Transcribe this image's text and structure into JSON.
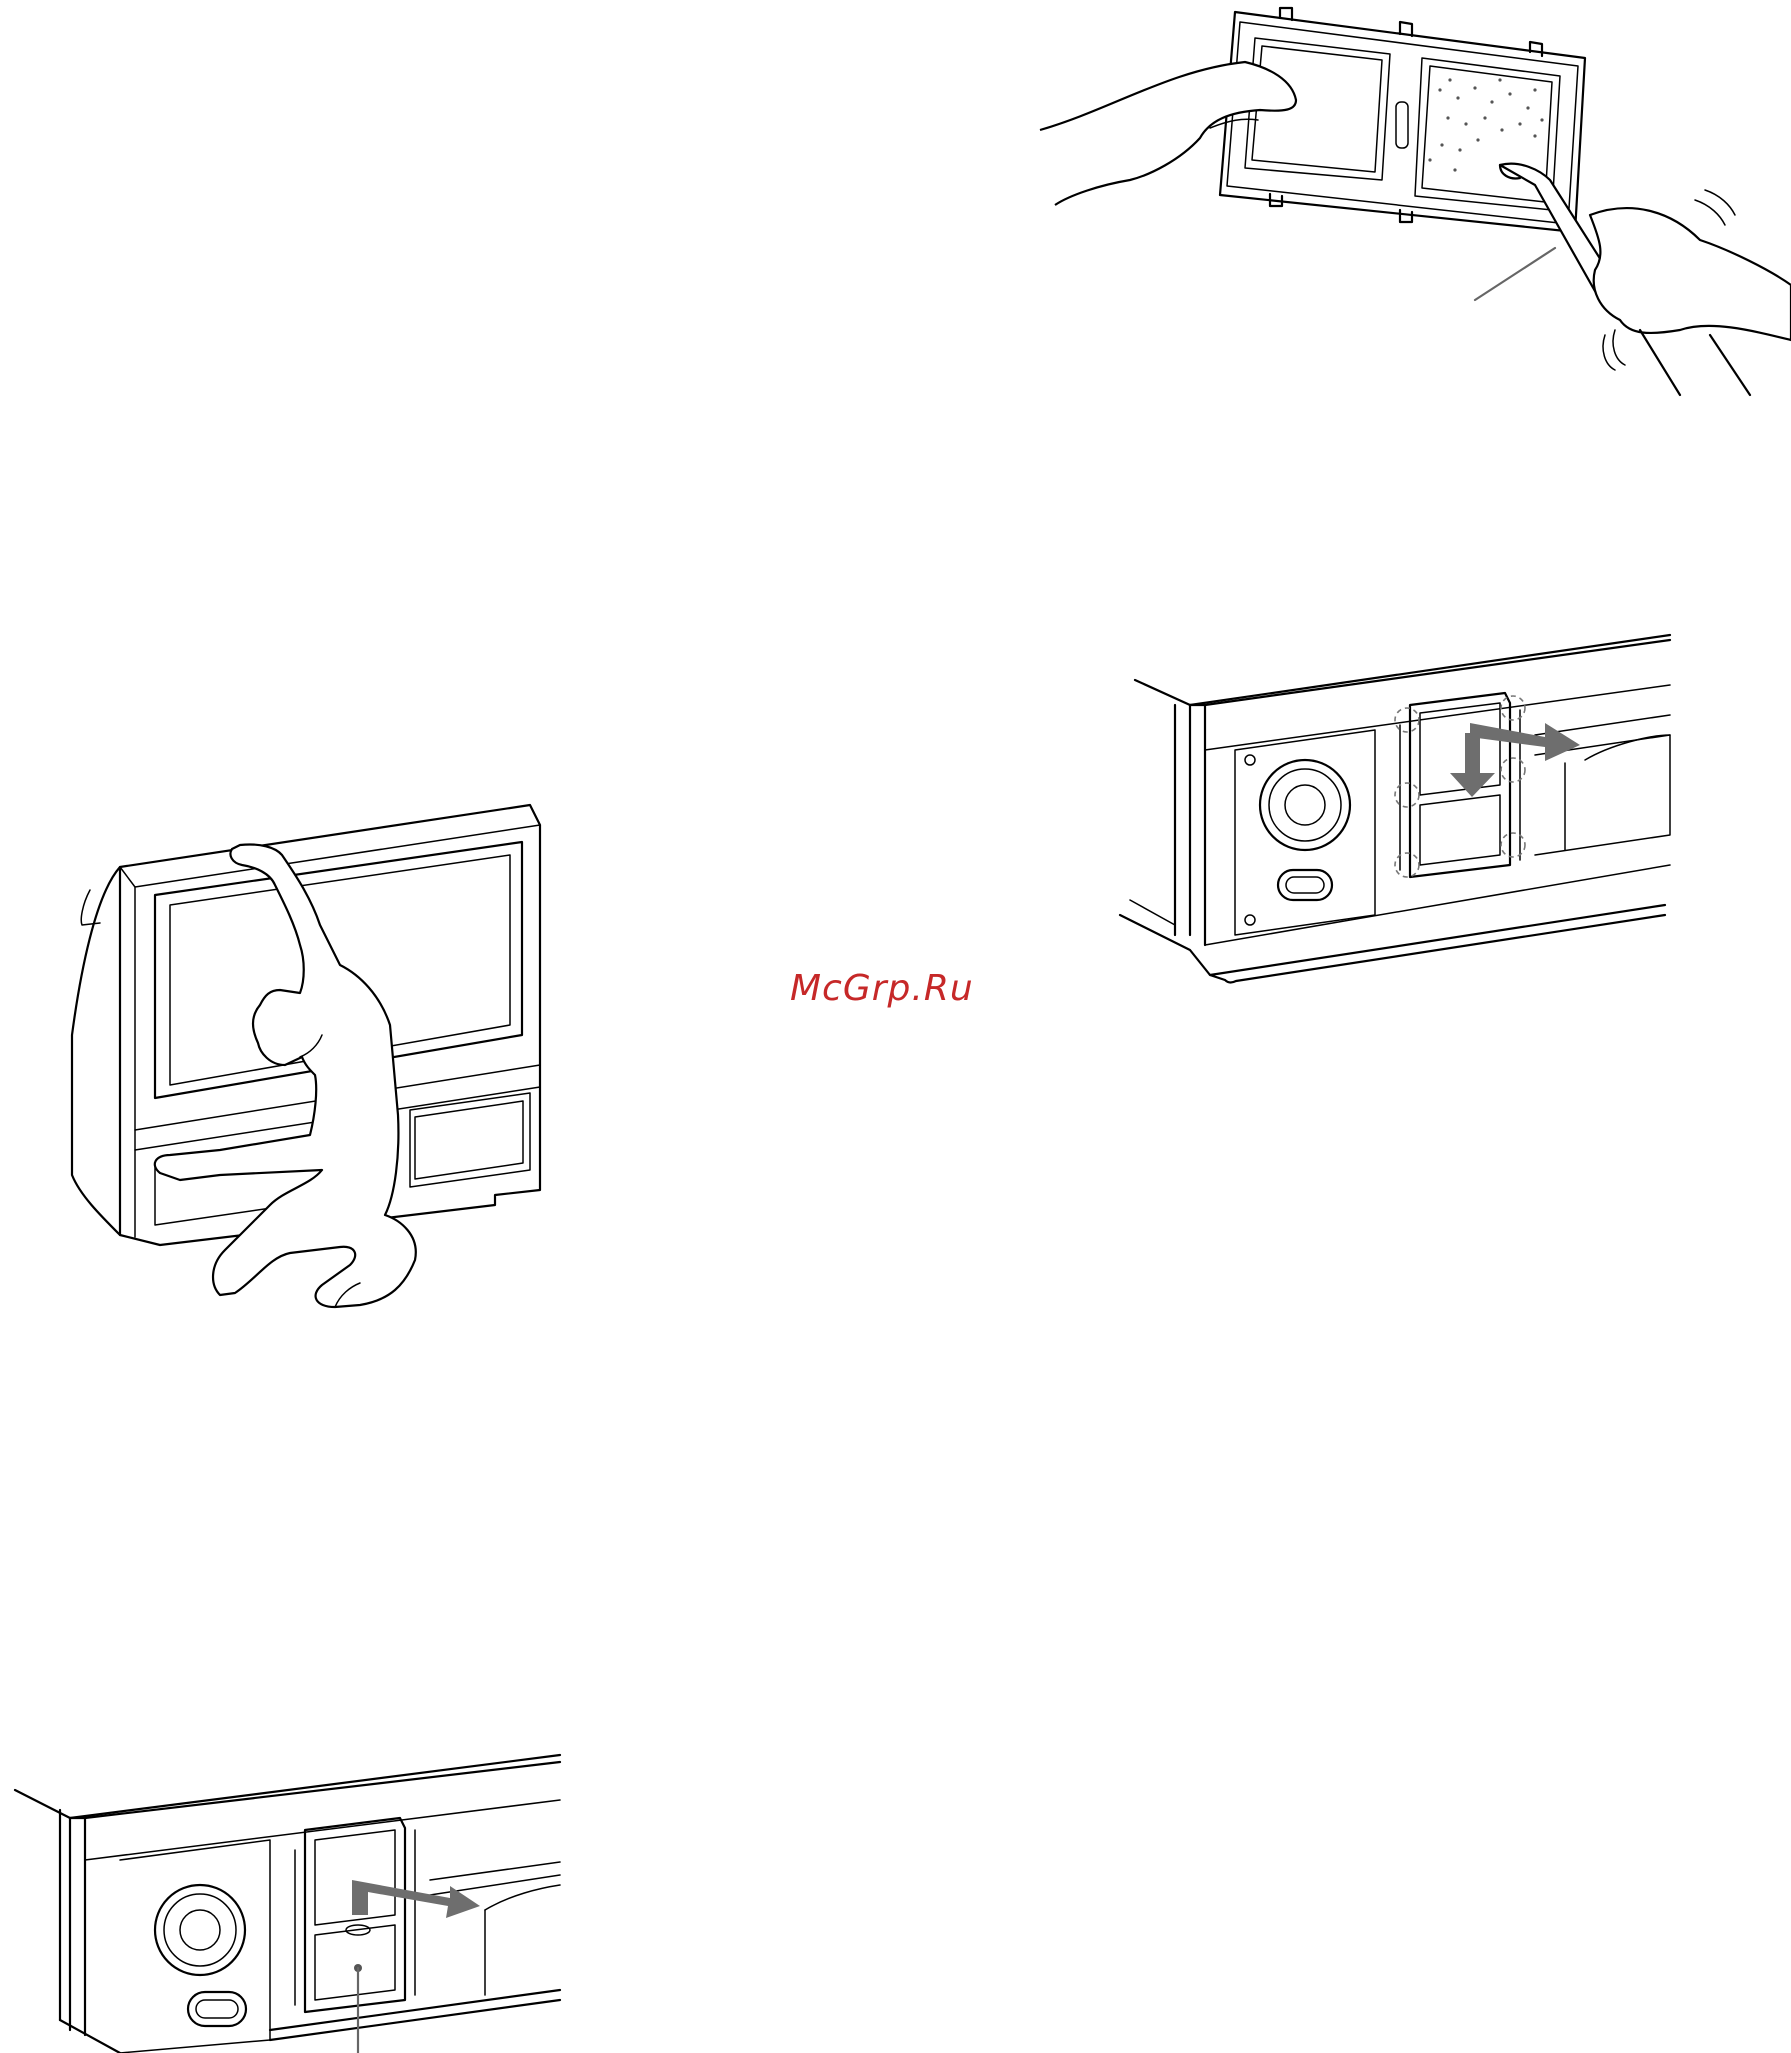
{
  "watermark": {
    "text": "McGrp.Ru",
    "color": "#c62828"
  },
  "figures": [
    {
      "id": "filter-cleaning",
      "icon": "vacuum-nozzle-cleaning-filter"
    },
    {
      "id": "person-tv",
      "icon": "person-kneeling-beside-projection-tv"
    },
    {
      "id": "filter-install",
      "icon": "filter-reinsertion-arrows"
    },
    {
      "id": "filter-remove",
      "icon": "filter-removal-arrow"
    }
  ]
}
